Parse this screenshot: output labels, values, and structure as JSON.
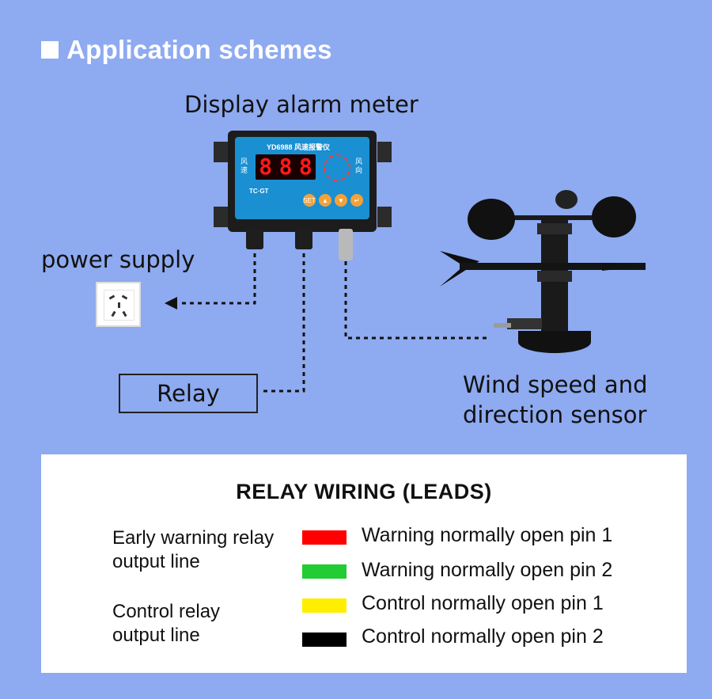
{
  "header": {
    "title": "Application schemes"
  },
  "diagram": {
    "meter_label": "Display alarm meter",
    "power_label": "power supply",
    "relay_label": "Relay",
    "sensor_label_line1": "Wind speed and",
    "sensor_label_line2": "direction sensor",
    "meter_panel": {
      "model": "YD6988 风速报警仪",
      "display": [
        "8",
        "8",
        "8"
      ],
      "left_text": "风速",
      "right_text": "风向",
      "brand": "TC·GT",
      "buttons": [
        "SET",
        "▲",
        "▼",
        "↵"
      ]
    },
    "icons": [
      "display-alarm-meter-icon",
      "power-socket-icon",
      "anemometer-wind-vane-icon",
      "arrow-left-icon"
    ]
  },
  "wiring": {
    "title": "RELAY WIRING (LEADS)",
    "groups": [
      {
        "label_line1": "Early warning relay",
        "label_line2": "output line"
      },
      {
        "label_line1": "Control relay",
        "label_line2": "output line"
      }
    ],
    "wires": [
      {
        "color": "#ff0000",
        "label": "Warning normally open pin 1"
      },
      {
        "color": "#22cc33",
        "label": "Warning normally open pin 2"
      },
      {
        "color": "#ffee00",
        "label": "Control normally open pin 1"
      },
      {
        "color": "#000000",
        "label": "Control normally open pin 2"
      }
    ]
  }
}
